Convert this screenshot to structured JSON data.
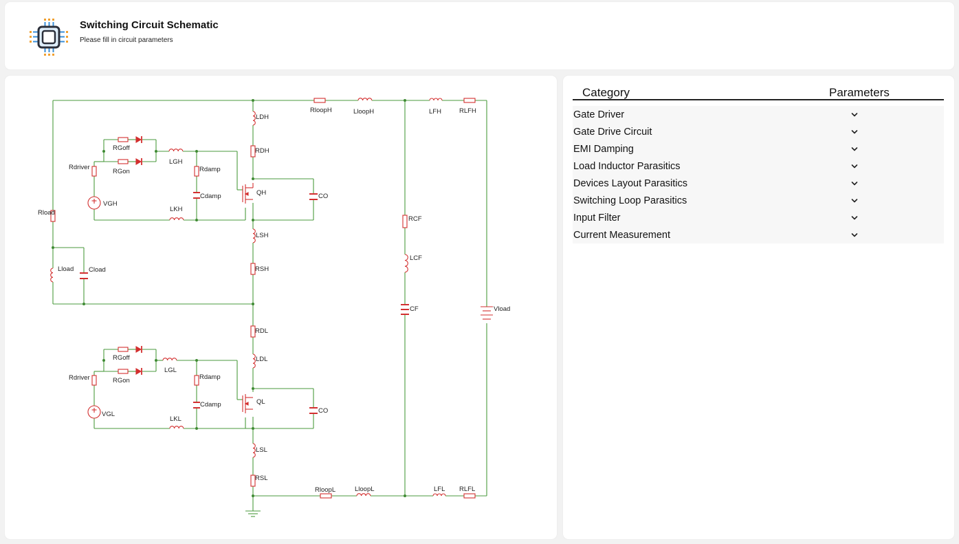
{
  "header": {
    "title": "Switching Circuit Schematic",
    "subtitle": "Please fill in circuit parameters",
    "logo_icon": "circuit-chip-icon"
  },
  "schematic": {
    "labels": {
      "rloop_h": "RloopH",
      "lloop_h": "LloopH",
      "lfh": "LFH",
      "rlfh": "RLFH",
      "ldh": "LDH",
      "rdh": "RDH",
      "qh": "QH",
      "co_h": "CO",
      "rgoff_h": "RGoff",
      "rgon_h": "RGon",
      "lgh": "LGH",
      "rdriver_h": "Rdriver",
      "rdamp_h": "Rdamp",
      "cdamp_h": "Cdamp",
      "vgh": "VGH",
      "lkh": "LKH",
      "rload": "Rload",
      "lload": "Lload",
      "cload": "Cload",
      "lsh": "LSH",
      "rsh": "RSH",
      "rcf": "RCF",
      "lcf": "LCF",
      "cf": "CF",
      "vload": "Vload",
      "rdl": "RDL",
      "ldl": "LDL",
      "ql": "QL",
      "co_l": "CO",
      "rgoff_l": "RGoff",
      "rgon_l": "RGon",
      "lgl": "LGL",
      "rdriver_l": "Rdriver",
      "rdamp_l": "Rdamp",
      "cdamp_l": "Cdamp",
      "vgl": "VGL",
      "lkl": "LKL",
      "lsl": "LSL",
      "rsl": "RSL",
      "rloop_l": "RloopL",
      "lloop_l": "LloopL",
      "lfl": "LFL",
      "rlfl": "RLFL"
    },
    "colors": {
      "wire": "#4a9a3c",
      "component": "#d32f2f",
      "text": "#222222"
    }
  },
  "table": {
    "category_header": "Category",
    "parameters_header": "Parameters",
    "chevron_icon": "chevron-down-icon",
    "rows": [
      {
        "label": "Gate Driver"
      },
      {
        "label": "Gate Drive Circuit"
      },
      {
        "label": "EMI Damping"
      },
      {
        "label": "Load Inductor Parasitics"
      },
      {
        "label": "Devices Layout Parasitics"
      },
      {
        "label": "Switching Loop Parasitics"
      },
      {
        "label": "Input Filter"
      },
      {
        "label": "Current Measurement"
      }
    ]
  }
}
